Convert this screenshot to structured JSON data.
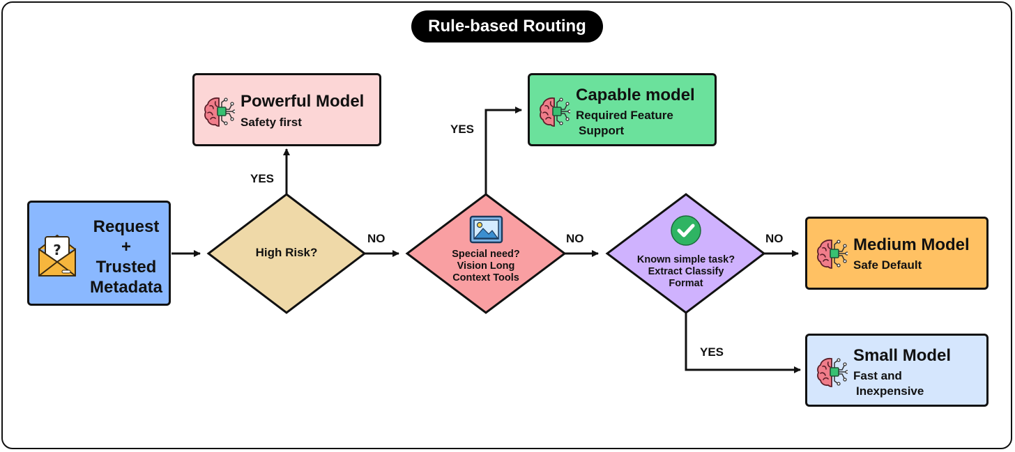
{
  "title": "Rule-based Routing",
  "colors": {
    "request": "#8ab8ff",
    "powerful": "#fcd6d6",
    "capable": "#6be19c",
    "medium": "#ffc163",
    "small": "#d5e6fd",
    "high_risk": "#efd9a8",
    "special_need": "#f99fa2",
    "simple_task": "#cfb2fe"
  },
  "start": {
    "line1": "Request",
    "line2": "+",
    "line3": "Trusted",
    "line4": "Metadata",
    "icon": "envelope-question-icon"
  },
  "decisions": {
    "high_risk": {
      "text": "High Risk?"
    },
    "special_need": {
      "line1": "Special need?",
      "line2": "Vision Long",
      "line3": "Context Tools",
      "icon": "image-icon"
    },
    "simple_task": {
      "line1": "Known simple task?",
      "line2": "Extract Classify",
      "line3": "Format",
      "icon": "check-circle-icon"
    }
  },
  "outcomes": {
    "powerful": {
      "title": "Powerful Model",
      "sub1": "Safety first",
      "icon": "brain-chip-icon"
    },
    "capable": {
      "title": "Capable model",
      "sub1": "Required Feature",
      "sub2": "Support",
      "icon": "brain-chip-icon"
    },
    "medium": {
      "title": "Medium Model",
      "sub1": "Safe Default",
      "icon": "brain-chip-icon"
    },
    "small": {
      "title": "Small Model",
      "sub1": "Fast and",
      "sub2": "Inexpensive",
      "icon": "brain-chip-icon"
    }
  },
  "edge_labels": {
    "high_risk_yes": "YES",
    "high_risk_no": "NO",
    "special_yes": "YES",
    "special_no": "NO",
    "simple_no": "NO",
    "simple_yes": "YES"
  }
}
